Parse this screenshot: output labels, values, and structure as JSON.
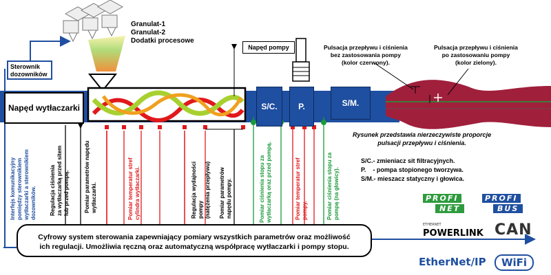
{
  "granulat": {
    "line1": "Granulat-1",
    "line2": "Granulat-2",
    "line3": "Dodatki procesowe"
  },
  "sterownik": "Sterownik\ndozowników",
  "naped_pompy": "Napęd pompy",
  "naped_wytlaczarki": "Napęd wytłaczarki",
  "sc_label": "S/C.",
  "p_label": "P.",
  "sm_label": "S/M.",
  "pulse_left": "Pulsacja przepływu i ciśnienia\nbez zastosowania pompy\n(kolor czerwony).",
  "pulse_right": "Pulsacja przepływu i ciśnienia\npo zastosowaniu pompy\n(kolor zielony).",
  "rysunek": "Rysunek przedstawia nierzeczywiste proporcje\npulsacji przepływu i ciśnienia.",
  "legend": {
    "sc": "S/C.- zmieniacz sit filtracyjnych.",
    "p": "P.    - pompa stopionego tworzywa.",
    "sm": "S/M.- mieszacz statyczny i głowica."
  },
  "vlabels": {
    "interfejs": "Interfejs komunikacyjny\npomiędzy sterownikiem\nwytłaczarki a sterownikiem\ndozowników.",
    "regulacja_cisnienia": "Regulacja ciśnienia\nza wytłaczarką przed sitem\nlub przed pompą.",
    "pomiar_param_wytl": "Pomiar parametrów napędu\nwytłaczarki.",
    "pomiar_temp_cyl": "Pomiar temperatur stref\ncylindra wytłaczarki.",
    "regulacja_wydajnosci": "Regulacja wydajności\npompy\n(natężenia przepływu)",
    "pomiar_param_pompy": "Pomiar parametrów\nnapędu pompy.",
    "pomiar_cisn_przed": "Pomiar ciśnienia stopu za\nwytłaczarką oraz przed pompą.",
    "pomiar_temp_pompy": "Pomiar temperatur stref\npompy.",
    "pomiar_cisn_za": "Pomiar ciśnienia stopu za\npompą (na głowicy)."
  },
  "bottom_box": "Cyfrowy system sterowania zapewniający pomiary wszystkich parametrów oraz możliwość\nich regulacji. Umożliwia ręczną oraz automatyczną współpracę wytłaczarki i pompy stopu.",
  "logos": {
    "profinet_a": "PROFI",
    "profinet_b": "NET",
    "profibus_a": "PROFI",
    "profibus_b": "BUS",
    "ethernet_small": "ETHERNET",
    "powerlink": "POWERLINK",
    "can": "CAN",
    "ethernetip": "EtherNet/IP",
    "wifi": "WiFi"
  },
  "colors": {
    "blue": "#1f4fa0",
    "red": "#e0191c",
    "green": "#1a9a3a",
    "orange": "#f0a020",
    "wave": "#a0203c",
    "logo_green": "#2e9b3e"
  }
}
